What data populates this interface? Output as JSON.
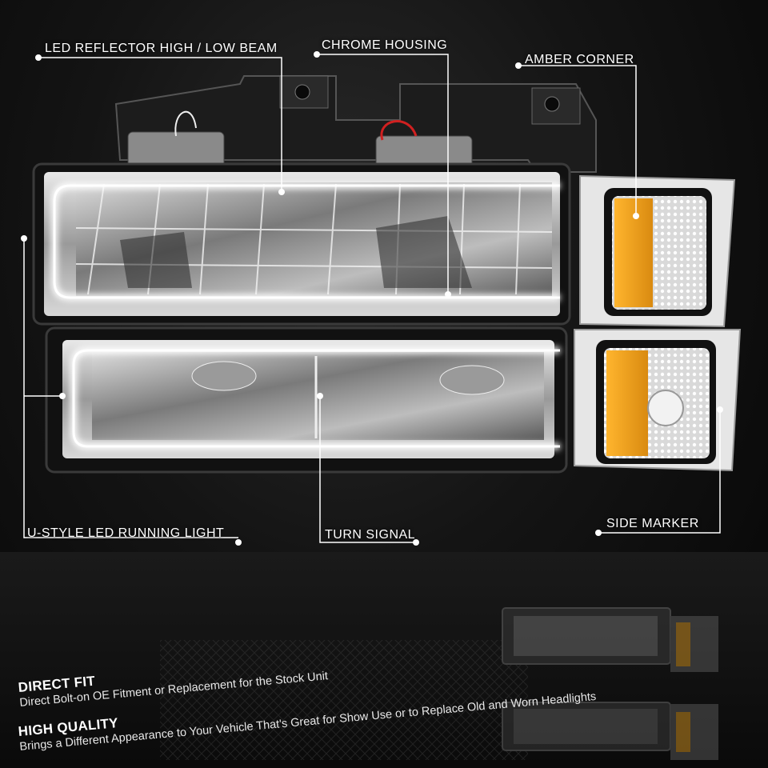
{
  "callouts": {
    "led_reflector": "LED REFLECTOR HIGH / LOW BEAM",
    "chrome_housing": "CHROME HOUSING",
    "amber_corner": "AMBER CORNER",
    "u_style": "U-STYLE LED RUNNING LIGHT",
    "turn_signal": "TURN SIGNAL",
    "side_marker": "SIDE MARKER"
  },
  "features": [
    {
      "title": "DIRECT FIT",
      "desc": "Direct Bolt-on OE Fitment or Replacement for the Stock Unit"
    },
    {
      "title": "HIGH QUALITY",
      "desc": "Brings a Different Appearance to Your Vehicle That's Great for Show Use or to Replace Old and Worn Headlights"
    }
  ],
  "colors": {
    "amber": "#f0a020",
    "chrome": "#c8c8c8",
    "led": "#ffffff",
    "background": "#121212"
  }
}
